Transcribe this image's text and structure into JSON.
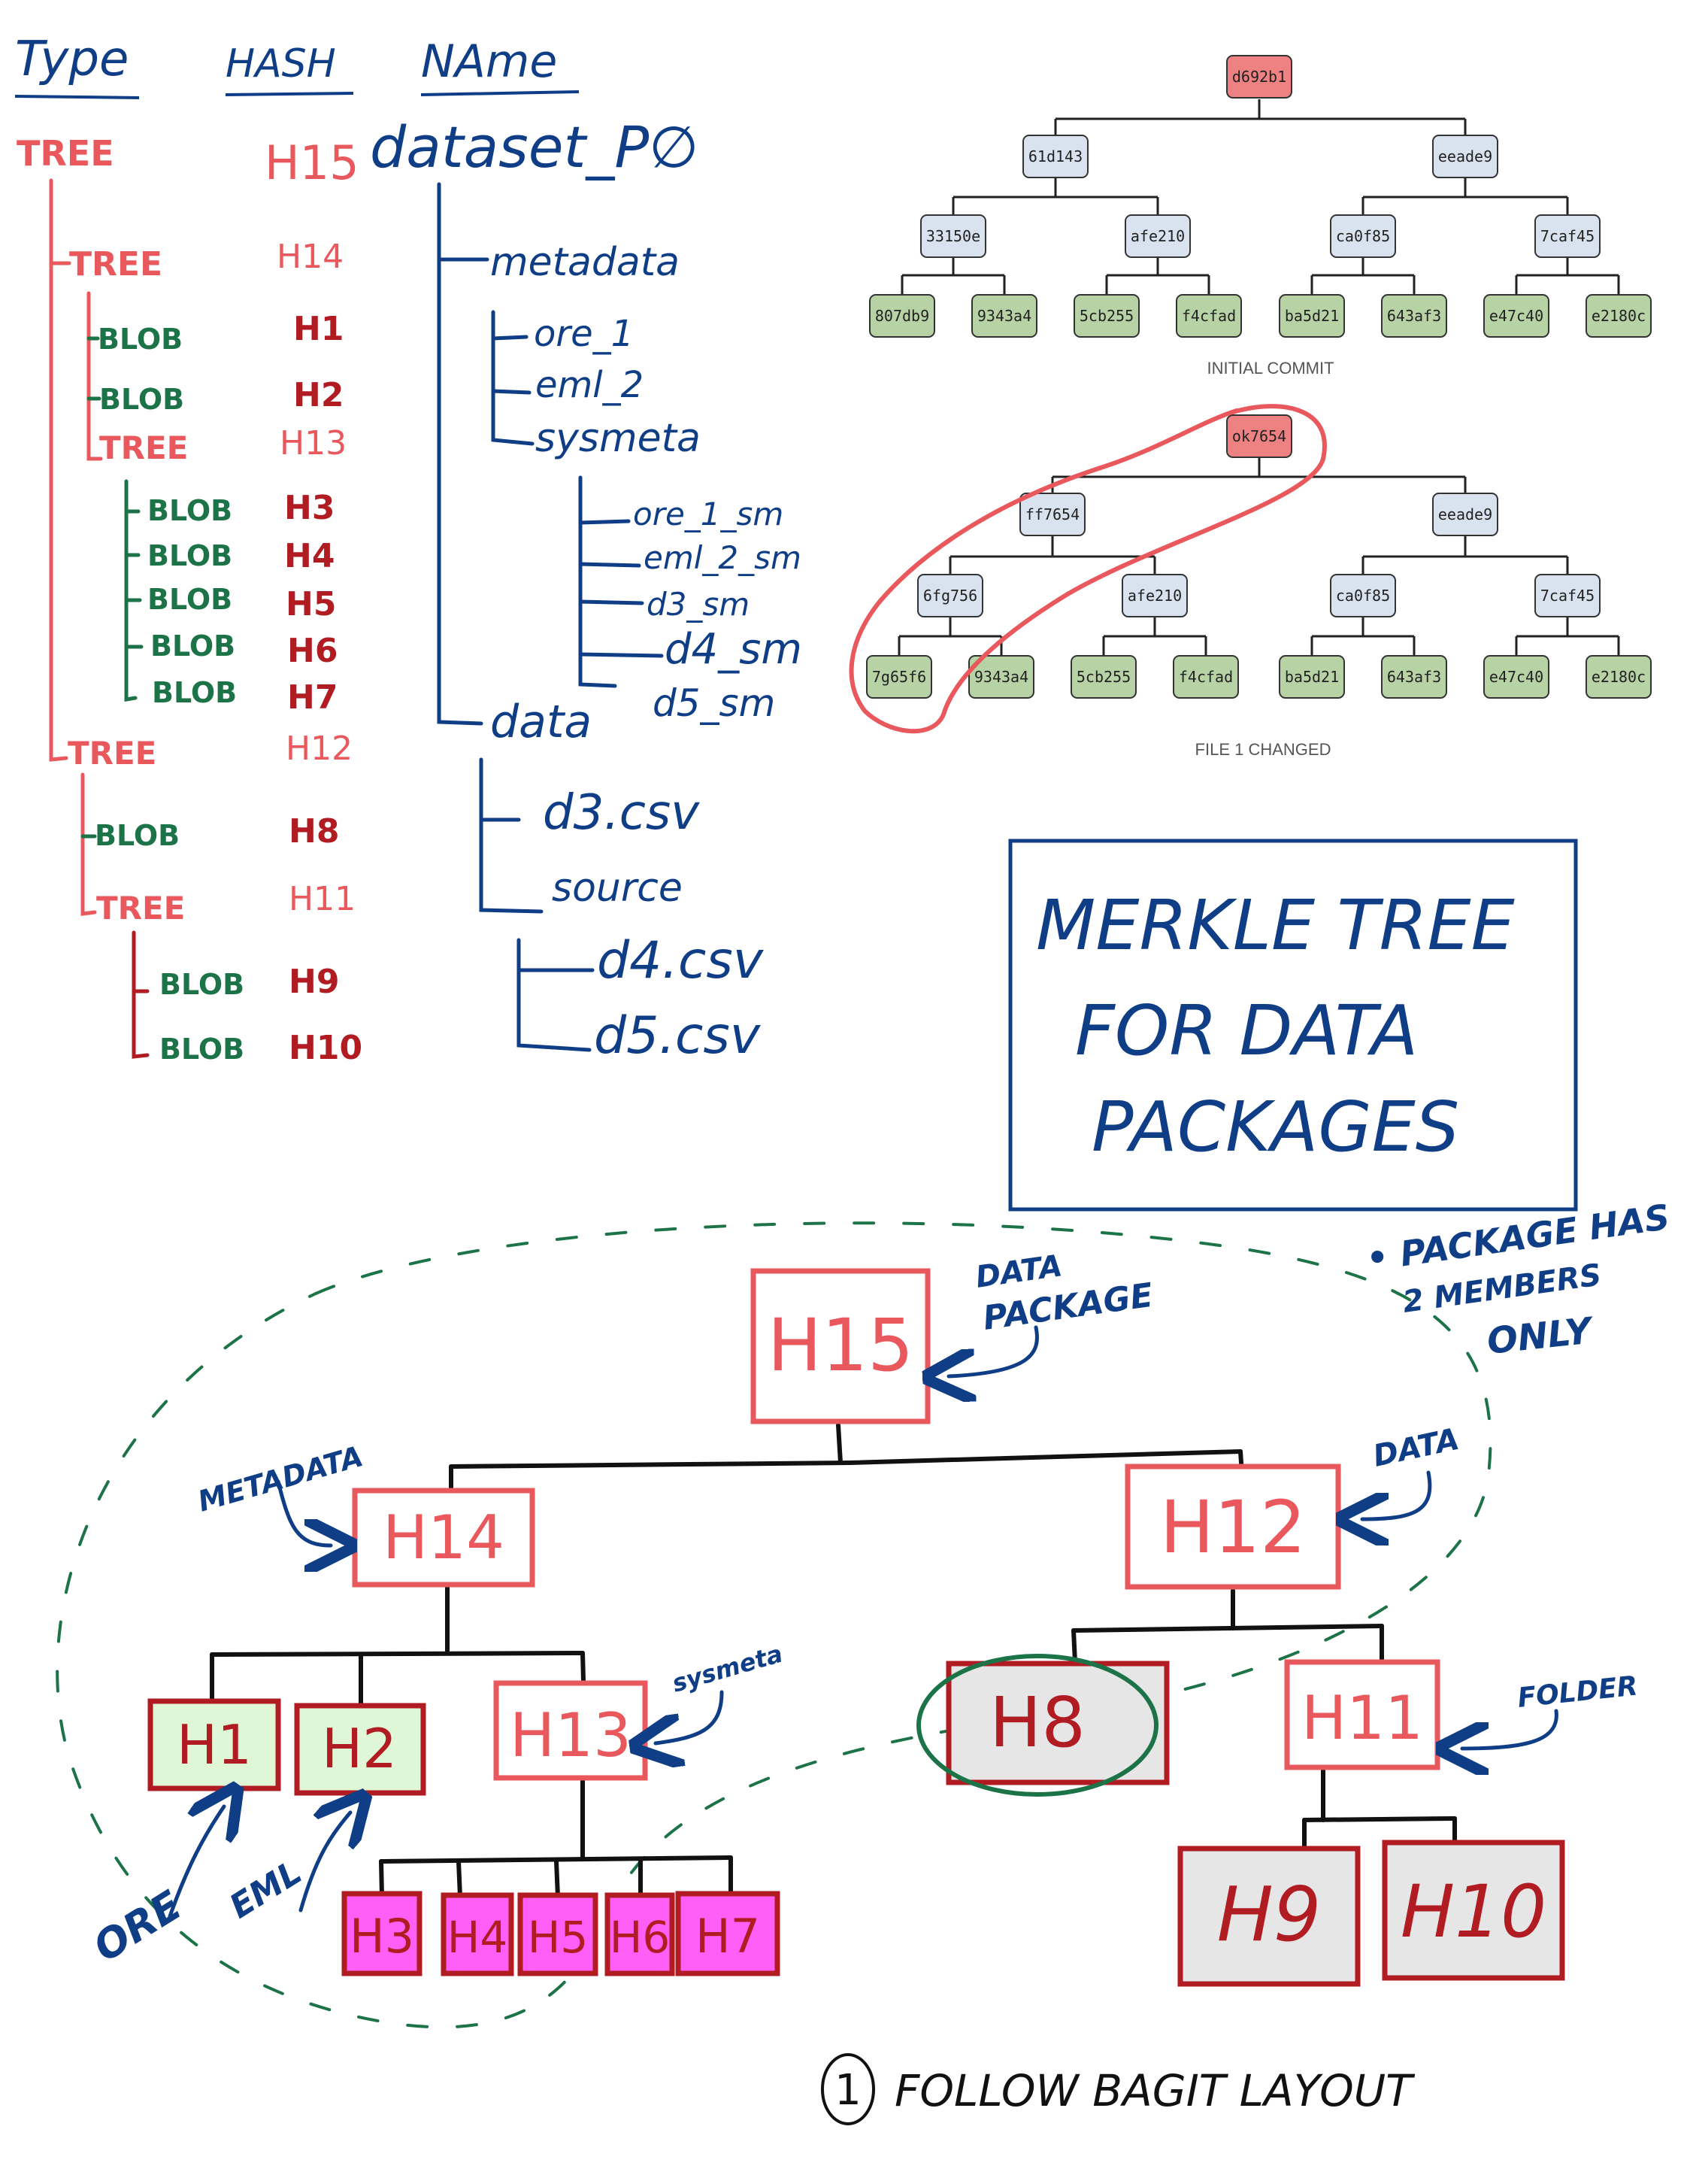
{
  "colors": {
    "red": "#e8585c",
    "darkred": "#b01c22",
    "green": "#1d7348",
    "navy": "#0f3e86",
    "black": "#111111",
    "commit_root": "#ee8181",
    "commit_mid": "#d9e2ef",
    "commit_leaf": "#b7d3a6",
    "leaf_light_green": "#dff7d6",
    "leaf_magenta": "#ff5ef7",
    "leaf_gray": "#e6e6e6",
    "dashed_green": "#1d7348"
  },
  "headers": {
    "type": "Type",
    "hash": "HASH",
    "name": "NAme"
  },
  "listing": [
    {
      "type": "TREE",
      "hash": "H15",
      "name": "dataset_P∅"
    },
    {
      "type": "TREE",
      "hash": "H14",
      "name": "metadata"
    },
    {
      "type": "BLOB",
      "hash": "H1",
      "name": "ore_1"
    },
    {
      "type": "BLOB",
      "hash": "H2",
      "name": "eml_2"
    },
    {
      "type": "TREE",
      "hash": "H13",
      "name": "sysmeta"
    },
    {
      "type": "BLOB",
      "hash": "H3",
      "name": "ore_1_sm"
    },
    {
      "type": "BLOB",
      "hash": "H4",
      "name": "eml_2_sm"
    },
    {
      "type": "BLOB",
      "hash": "H5",
      "name": "d3_sm"
    },
    {
      "type": "BLOB",
      "hash": "H6",
      "name": "d4_sm"
    },
    {
      "type": "BLOB",
      "hash": "H7",
      "name": "d5_sm"
    },
    {
      "type": "TREE",
      "hash": "H12",
      "name": "data"
    },
    {
      "type": "BLOB",
      "hash": "H8",
      "name": "d3.csv"
    },
    {
      "type": "TREE",
      "hash": "H11",
      "name": "source"
    },
    {
      "type": "BLOB",
      "hash": "H9",
      "name": "d4.csv"
    },
    {
      "type": "BLOB",
      "hash": "H10",
      "name": "d5.csv"
    }
  ],
  "commit1": {
    "caption": "INITIAL COMMIT",
    "root": "d692b1",
    "level1": [
      "61d143",
      "eeade9"
    ],
    "level2": [
      "33150e",
      "afe210",
      "ca0f85",
      "7caf45"
    ],
    "leaves": [
      "807db9",
      "9343a4",
      "5cb255",
      "f4cfad",
      "ba5d21",
      "643af3",
      "e47c40",
      "e2180c"
    ]
  },
  "commit2": {
    "caption": "FILE 1 CHANGED",
    "root": "ok7654",
    "level1": [
      "ff7654",
      "eeade9"
    ],
    "level2": [
      "6fg756",
      "afe210",
      "ca0f85",
      "7caf45"
    ],
    "leaves": [
      "7g65f6",
      "9343a4",
      "5cb255",
      "f4cfad",
      "ba5d21",
      "643af3",
      "e47c40",
      "e2180c"
    ]
  },
  "title_box": {
    "line1": "MERKLE TREE",
    "line2": "FOR DATA",
    "line3": "PACKAGES"
  },
  "big_tree": {
    "root": "H15",
    "left": "H14",
    "right": "H12",
    "h1": "H1",
    "h2": "H2",
    "h13": "H13",
    "h8": "H8",
    "h11": "H11",
    "sys": [
      "H3",
      "H4",
      "H5",
      "H6",
      "H7"
    ],
    "h9": "H9",
    "h10": "H10"
  },
  "annotations": {
    "data_package": [
      "DATA",
      "PACKAGE"
    ],
    "metadata": "METADATA",
    "data": "DATA",
    "sysmeta": "sysmeta",
    "folder": "FOLDER",
    "ore": "ORE",
    "eml": "EML",
    "package_note": [
      "• PACKAGE HAS",
      "2 MEMBERS",
      "ONLY"
    ]
  },
  "footer": {
    "number": "1",
    "text": "FOLLOW BAGIT LAYOUT"
  }
}
